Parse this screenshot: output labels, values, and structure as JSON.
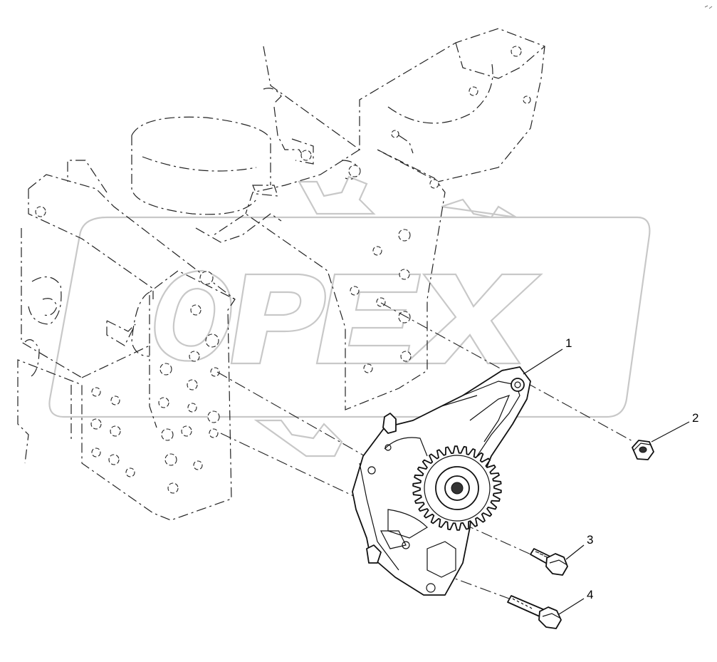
{
  "watermark": {
    "text": "OPEX"
  },
  "callouts": [
    {
      "id": "1",
      "label": "1"
    },
    {
      "id": "2",
      "label": "2"
    },
    {
      "id": "3",
      "label": "3"
    },
    {
      "id": "4",
      "label": "4"
    }
  ],
  "colors": {
    "line": "#111111",
    "watermark": "#c8c8c8",
    "background": "#ffffff"
  }
}
